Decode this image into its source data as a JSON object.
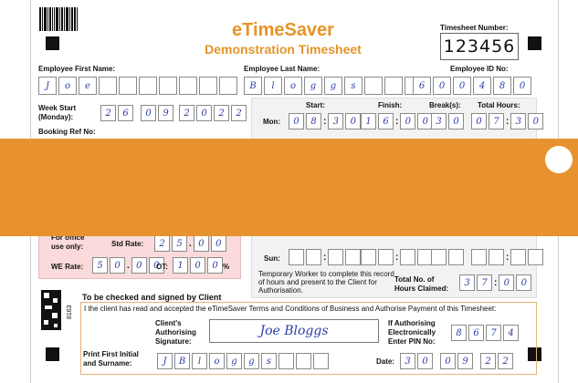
{
  "header": {
    "brand": "eTimeSaver",
    "subtitle": "Demonstration Timesheet",
    "timesheet_number_label": "Timesheet Number:",
    "timesheet_number": "123456"
  },
  "employee": {
    "first_name_label": "Employee First Name:",
    "first_name": [
      "J",
      "o",
      "e",
      "",
      "",
      "",
      "",
      "",
      "",
      "",
      ""
    ],
    "last_name_label": "Employee Last Name:",
    "last_name": [
      "B",
      "l",
      "o",
      "g",
      "g",
      "s",
      "",
      "",
      "",
      "",
      ""
    ],
    "id_label": "Employee ID No:",
    "id": [
      "6",
      "0",
      "0",
      "4",
      "8",
      "0"
    ]
  },
  "week_start": {
    "label_line1": "Week Start",
    "label_line2": "(Monday):",
    "day": [
      "2",
      "6"
    ],
    "month": [
      "0",
      "9"
    ],
    "year": [
      "2",
      "0",
      "2",
      "2"
    ]
  },
  "booking_ref_label": "Booking Ref No:",
  "hours_table": {
    "headers": {
      "start": "Start:",
      "finish": "Finish:",
      "breaks": "Break(s):",
      "total": "Total Hours:"
    },
    "mon": {
      "label": "Mon:",
      "start": [
        "0",
        "8",
        "3",
        "0"
      ],
      "finish": [
        "1",
        "6",
        "0",
        "0"
      ],
      "breaks": [
        "3",
        "0"
      ],
      "total": [
        "0",
        "7",
        "3",
        "0"
      ]
    },
    "sun_label": "Sun:",
    "instructions": "Temporary Worker to complete this record of hours and present to the Client for Authorisation.",
    "total_claimed_label_line1": "Total No. of",
    "total_claimed_label_line2": "Hours Claimed:",
    "total_claimed": [
      "3",
      "7",
      "0",
      "0"
    ]
  },
  "office": {
    "label_line1": "For office",
    "label_line2": "use only:",
    "std_rate_label": "Std Rate:",
    "std_rate": [
      "2",
      "5",
      "0",
      "0"
    ],
    "we_rate_label": "WE Rate:",
    "we_rate": [
      "5",
      "0",
      "0",
      "0"
    ],
    "ot_label": "OT:",
    "ot": [
      "1",
      "0",
      "0"
    ],
    "percent": "%"
  },
  "client": {
    "heading": "To be checked and signed by Client",
    "statement": "I the client has read and accepted the eTimeSaver Terms and Conditions of Business and Authorise Payment of this Timesheet:",
    "signature_label_line1": "Client's",
    "signature_label_line2": "Authorising",
    "signature_label_line3": "Signature:",
    "signature": "Joe Bloggs",
    "pin_label_line1": "If Authorising",
    "pin_label_line2": "Electronically",
    "pin_label_line3": "Enter PIN No:",
    "pin": [
      "8",
      "6",
      "7",
      "4"
    ],
    "print_label_line1": "Print First Initial",
    "print_label_line2": "and Surname:",
    "print_name": [
      "J",
      "B",
      "l",
      "o",
      "g",
      "g",
      "s",
      "",
      "",
      ""
    ],
    "date_label": "Date:",
    "date_day": [
      "3",
      "0"
    ],
    "date_month": [
      "0",
      "9"
    ],
    "date_year": [
      "2",
      "2"
    ]
  },
  "form_code": "8163"
}
